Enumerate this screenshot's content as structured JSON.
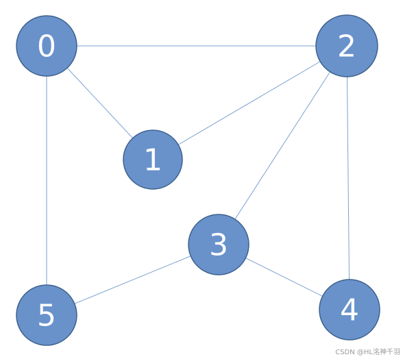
{
  "graph": {
    "nodes": [
      {
        "id": "0",
        "label": "0"
      },
      {
        "id": "1",
        "label": "1"
      },
      {
        "id": "2",
        "label": "2"
      },
      {
        "id": "3",
        "label": "3"
      },
      {
        "id": "4",
        "label": "4"
      },
      {
        "id": "5",
        "label": "5"
      }
    ],
    "edges": [
      {
        "from": "0",
        "to": "2"
      },
      {
        "from": "0",
        "to": "1"
      },
      {
        "from": "0",
        "to": "5"
      },
      {
        "from": "1",
        "to": "2"
      },
      {
        "from": "2",
        "to": "3"
      },
      {
        "from": "2",
        "to": "4"
      },
      {
        "from": "3",
        "to": "5"
      },
      {
        "from": "3",
        "to": "4"
      }
    ]
  },
  "colors": {
    "node_fill": "#6992cb",
    "node_stroke": "#3e618d",
    "edge": "#7aa2cf",
    "label": "#ffffff"
  },
  "watermark": "CSDN @HL洺神千羽"
}
